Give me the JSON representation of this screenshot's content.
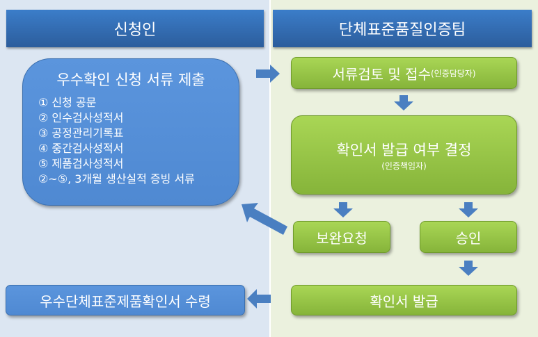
{
  "left_header": "신청인",
  "right_header": "단체표준품질인증팀",
  "submission": {
    "title": "우수확인 신청 서류 제출",
    "documents": [
      "① 신청 공문",
      "② 인수검사성적서",
      "③ 공정관리기록표",
      "④ 중간검사성적서",
      "⑤ 제품검사성적서",
      "②~⑤, 3개월 생산실적 증빙 서류"
    ]
  },
  "steps": {
    "review": {
      "label": "서류검토 및 접수",
      "role": "(인증담당자)"
    },
    "decision": {
      "label": "확인서 발급 여부 결정",
      "role": "(인증책임자)"
    },
    "supplement": {
      "label": "보완요청"
    },
    "approval": {
      "label": "승인"
    },
    "issue": {
      "label": "확인서 발급"
    },
    "receipt": {
      "label": "우수단체표준제품확인서 수령"
    }
  },
  "colors": {
    "header_blue": "#3b7dc9",
    "box_blue": "#5b95dd",
    "box_green": "#9bc94b",
    "arrow_blue": "#4a7fc1",
    "left_bg": "#dce6f2",
    "right_bg": "#ebf1de"
  }
}
